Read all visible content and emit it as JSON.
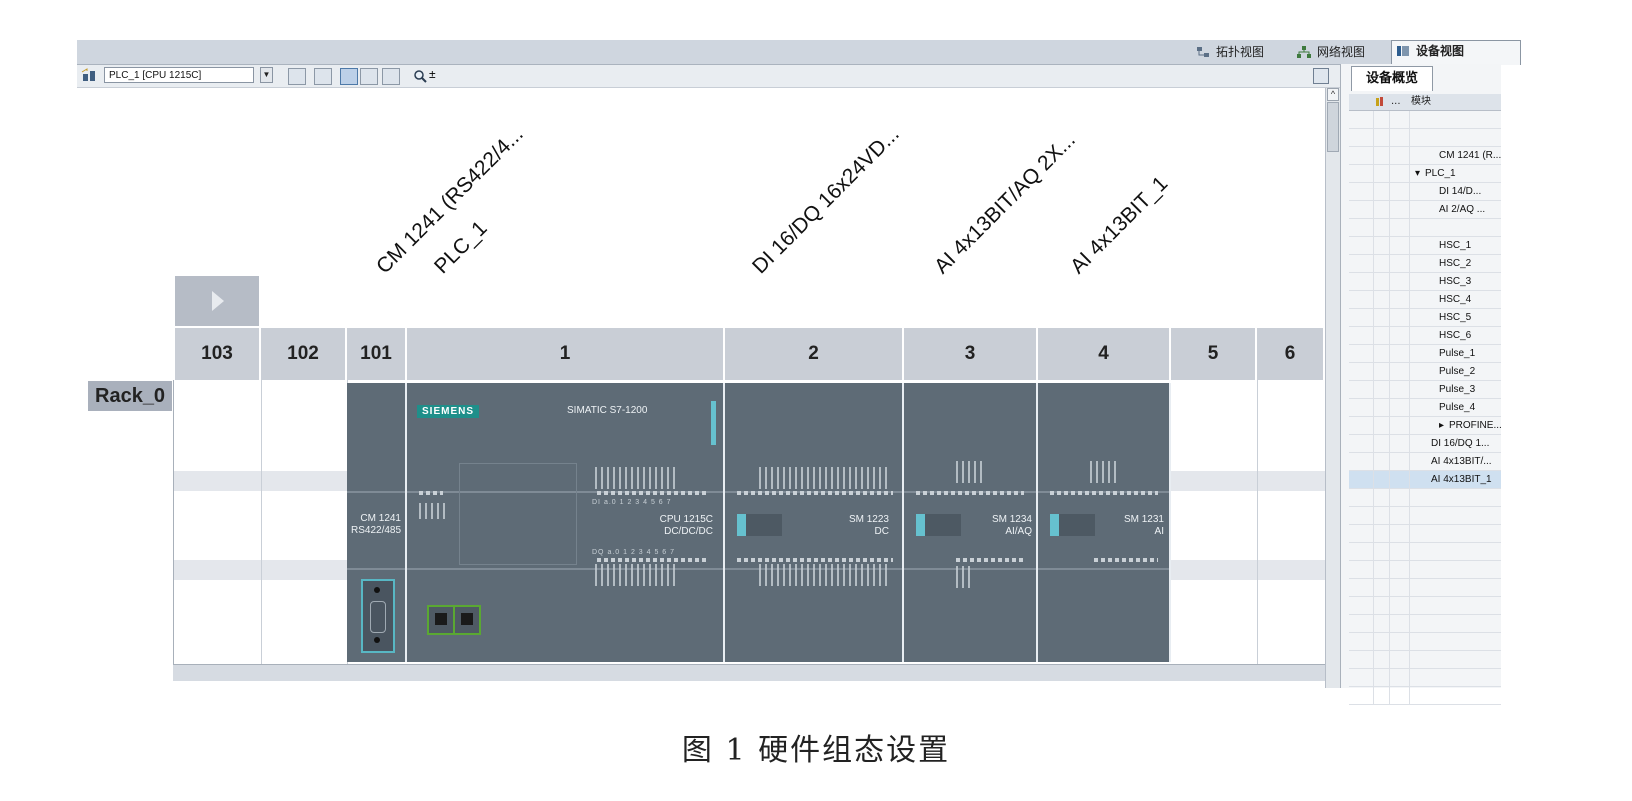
{
  "view_tabs": [
    {
      "label": "拓扑视图",
      "icon": "topology-icon"
    },
    {
      "label": "网络视图",
      "icon": "network-icon"
    },
    {
      "label": "设备视图",
      "icon": "device-icon",
      "active": true
    }
  ],
  "toolbar": {
    "device_select": "PLC_1 [CPU 1215C]",
    "zoom_label": "±"
  },
  "module_labels": [
    {
      "text": "CM 1241 (RS422/4..."
    },
    {
      "text": "PLC_1"
    },
    {
      "text": "DI 16/DQ 16x24VD..."
    },
    {
      "text": "AI 4x13BIT/AQ 2X..."
    },
    {
      "text": "AI 4x13BIT_1"
    }
  ],
  "slots": [
    "103",
    "102",
    "101",
    "1",
    "2",
    "3",
    "4",
    "5",
    "6"
  ],
  "rack_name": "Rack_0",
  "modules": {
    "cm1241": {
      "name": "CM 1241",
      "sub": "RS422/485"
    },
    "cpu": {
      "brand": "SIEMENS",
      "series": "SIMATIC S7-1200",
      "name": "CPU 1215C",
      "sub": "DC/DC/DC"
    },
    "sm1223": {
      "name": "SM 1223",
      "sub": "DC"
    },
    "sm1234": {
      "name": "SM 1234",
      "sub": "AI/AQ"
    },
    "sm1231": {
      "name": "SM 1231",
      "sub": "AI"
    }
  },
  "panel": {
    "tab": "设备概览",
    "column_module": "模块",
    "column_dots": "...",
    "rows": [
      {
        "label": "",
        "indent": 0
      },
      {
        "label": "",
        "indent": 0
      },
      {
        "label": "CM 1241 (R...",
        "indent": 2
      },
      {
        "label": "PLC_1",
        "indent": 1,
        "expander": "▾"
      },
      {
        "label": "DI 14/D...",
        "indent": 2
      },
      {
        "label": "AI 2/AQ ...",
        "indent": 2
      },
      {
        "label": "",
        "indent": 0
      },
      {
        "label": "HSC_1",
        "indent": 2
      },
      {
        "label": "HSC_2",
        "indent": 2
      },
      {
        "label": "HSC_3",
        "indent": 2
      },
      {
        "label": "HSC_4",
        "indent": 2
      },
      {
        "label": "HSC_5",
        "indent": 2
      },
      {
        "label": "HSC_6",
        "indent": 2
      },
      {
        "label": "Pulse_1",
        "indent": 2
      },
      {
        "label": "Pulse_2",
        "indent": 2
      },
      {
        "label": "Pulse_3",
        "indent": 2
      },
      {
        "label": "Pulse_4",
        "indent": 2
      },
      {
        "label": "PROFINE...",
        "indent": 1.5,
        "expander": "▸"
      },
      {
        "label": "DI 16/DQ 1...",
        "indent": 1
      },
      {
        "label": "AI 4x13BIT/...",
        "indent": 1
      },
      {
        "label": "AI 4x13BIT_1",
        "indent": 1,
        "selected": true
      },
      {
        "label": "",
        "indent": 0
      },
      {
        "label": "",
        "indent": 0
      },
      {
        "label": "",
        "indent": 0
      },
      {
        "label": "",
        "indent": 0
      },
      {
        "label": "",
        "indent": 0
      },
      {
        "label": "",
        "indent": 0
      },
      {
        "label": "",
        "indent": 0
      },
      {
        "label": "",
        "indent": 0
      },
      {
        "label": "",
        "indent": 0
      },
      {
        "label": "",
        "indent": 0
      },
      {
        "label": "",
        "indent": 0
      },
      {
        "label": "",
        "indent": 0
      }
    ]
  },
  "caption": "图 1   硬件组态设置",
  "colors": {
    "module": "#5e6b76",
    "accent": "#66c1cf",
    "port": "#5aa832",
    "brand": "#1f8f8a"
  }
}
